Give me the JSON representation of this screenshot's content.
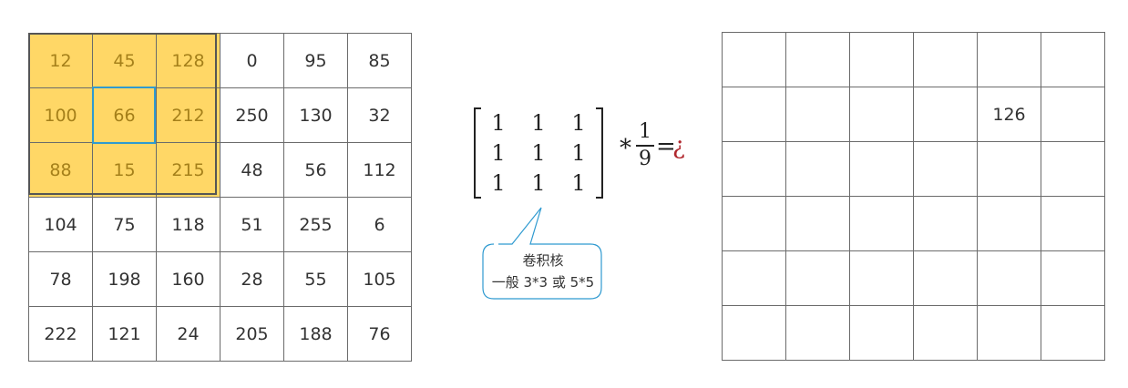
{
  "input_matrix": {
    "rows": [
      [
        "12",
        "45",
        "128",
        "0",
        "95",
        "85"
      ],
      [
        "100",
        "66",
        "212",
        "250",
        "130",
        "32"
      ],
      [
        "88",
        "15",
        "215",
        "48",
        "56",
        "112"
      ],
      [
        "104",
        "75",
        "118",
        "51",
        "255",
        "6"
      ],
      [
        "78",
        "198",
        "160",
        "28",
        "55",
        "105"
      ],
      [
        "222",
        "121",
        "24",
        "205",
        "188",
        "76"
      ]
    ],
    "highlight_color": "#ffd766",
    "highlight_text_color": "#a5801a",
    "center_box_color": "#2f9ad0"
  },
  "kernel": {
    "rows": [
      [
        "1",
        "1",
        "1"
      ],
      [
        "1",
        "1",
        "1"
      ],
      [
        "1",
        "1",
        "1"
      ]
    ],
    "multiply_symbol": "*",
    "fraction_numerator": "1",
    "fraction_denominator": "9",
    "equals_symbol": "=",
    "result_symbol": "¿",
    "result_color": "#b0272d"
  },
  "callout": {
    "line1": "卷积核",
    "line2": "一般 3*3 或 5*5",
    "border_color": "#2f9ad0"
  },
  "output_matrix": {
    "rows": [
      [
        "",
        "",
        "",
        "",
        "",
        ""
      ],
      [
        "",
        "",
        "",
        "",
        "126",
        ""
      ],
      [
        "",
        "",
        "",
        "",
        "",
        ""
      ],
      [
        "",
        "",
        "",
        "",
        "",
        ""
      ],
      [
        "",
        "",
        "",
        "",
        "",
        ""
      ],
      [
        "",
        "",
        "",
        "",
        "",
        ""
      ]
    ]
  }
}
